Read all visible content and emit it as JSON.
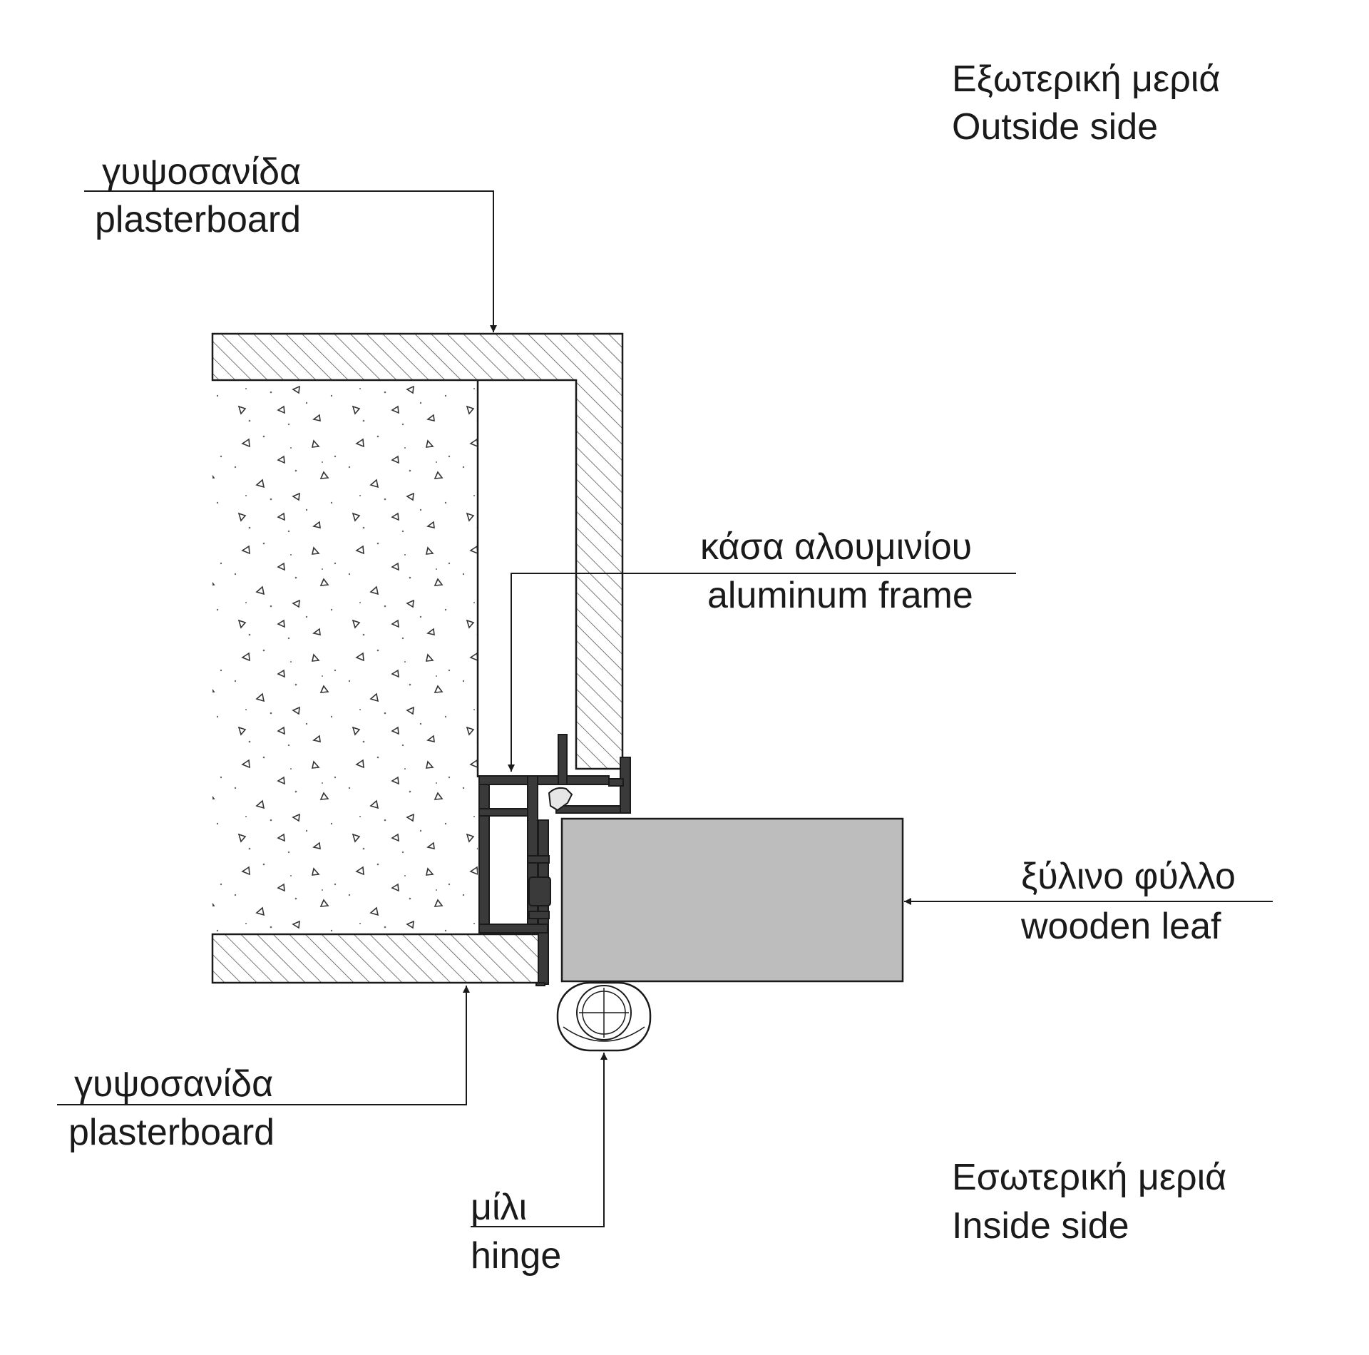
{
  "labels": {
    "outside_el": "Εξωτερική μεριά",
    "outside_en": "Outside side",
    "inside_el": "Εσωτερική μεριά",
    "inside_en": "Inside side",
    "plaster_top_el": "γυψοσανίδα",
    "plaster_top_en": "plasterboard",
    "plaster_bottom_el": "γυψοσανίδα",
    "plaster_bottom_en": "plasterboard",
    "frame_el": "κάσα αλουμινίου",
    "frame_en": "aluminum frame",
    "leaf_el": "ξύλινο φύλλο",
    "leaf_en": "wooden leaf",
    "hinge_el": "μίλι",
    "hinge_en": "hinge"
  },
  "colors": {
    "line": "#1a1a1a",
    "hatch": "#555555",
    "leaf_fill": "#bdbdbd",
    "frame_fill": "#3a3a3a",
    "gasket_fill": "#e6e6e6"
  }
}
